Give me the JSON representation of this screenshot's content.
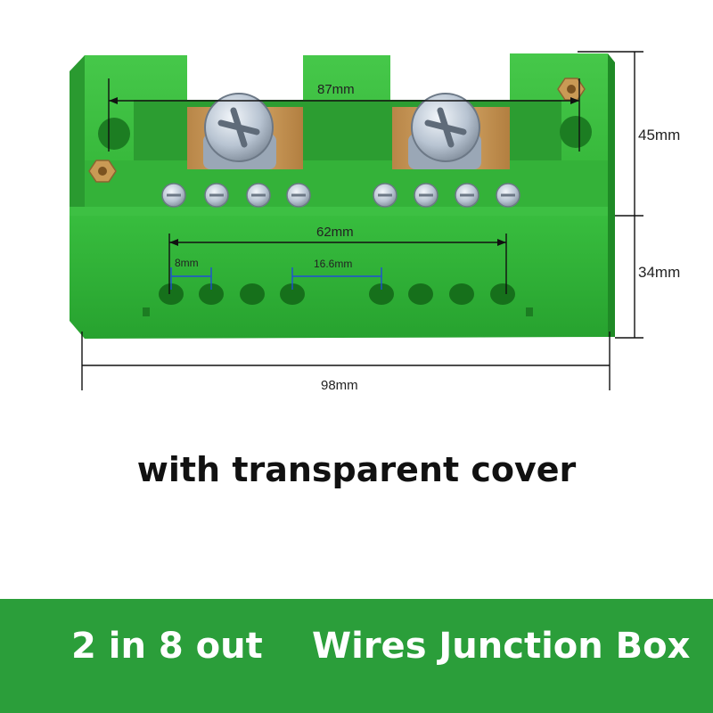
{
  "dimensions": {
    "inner_hole_spacing": "87mm",
    "terminal_span": "62mm",
    "hole_pitch": "8mm",
    "center_gap": "16.6mm",
    "total_width": "98mm",
    "upper_height": "45mm",
    "lower_height": "34mm"
  },
  "caption": "with transparent cover",
  "banner": {
    "left_text": "2 in 8 out",
    "right_text": "Wires Junction Box"
  },
  "colors": {
    "housing_green": "#2fae37",
    "banner_green": "#2b9e3a",
    "brass": "#c79a5a",
    "screw_silver": "#b8c4d2",
    "dim_blue": "#1f4fd6"
  }
}
